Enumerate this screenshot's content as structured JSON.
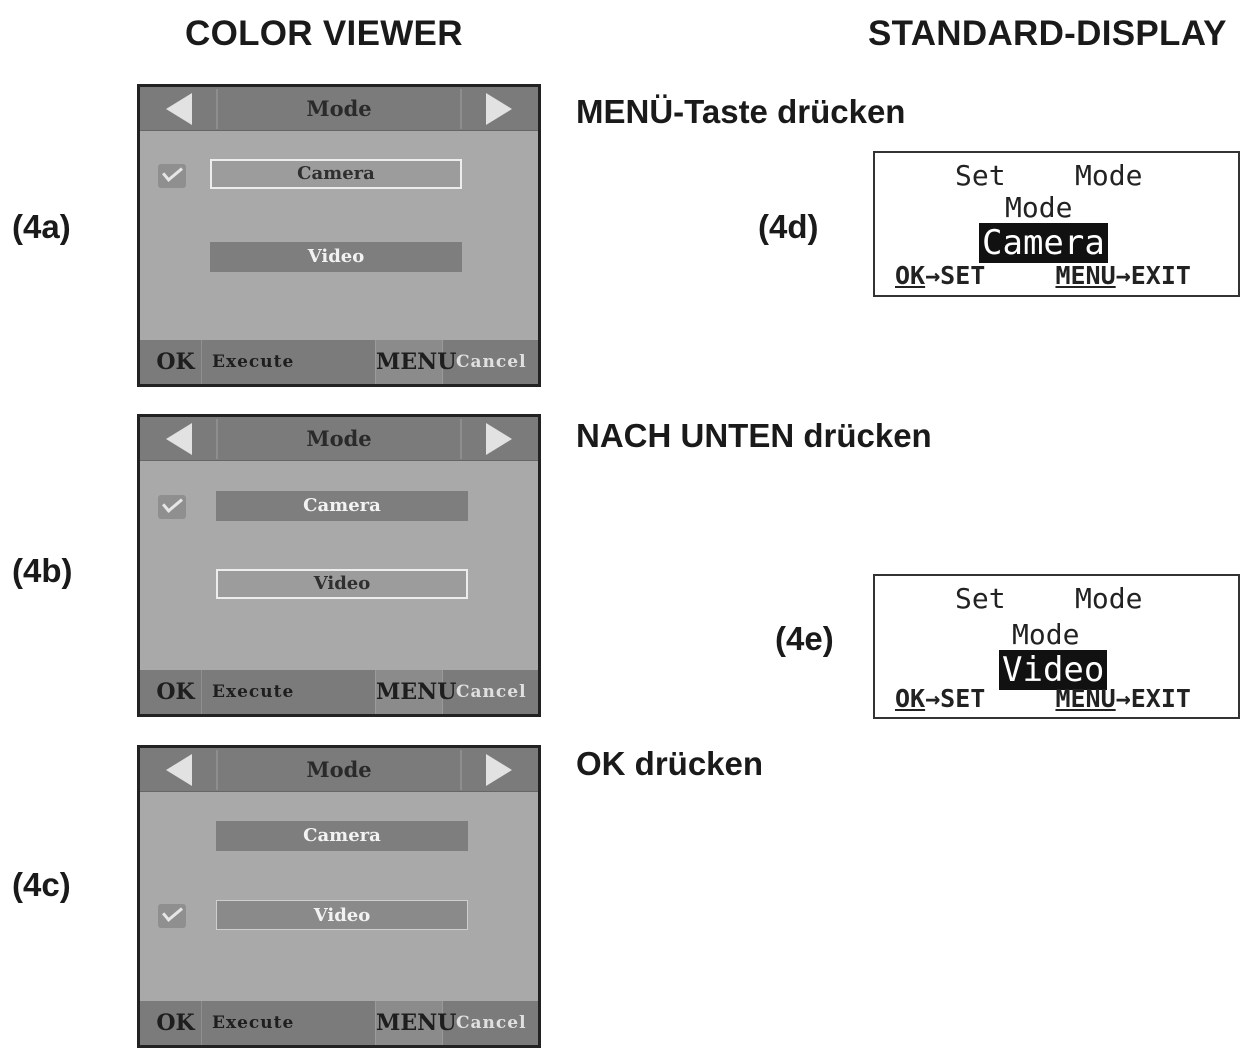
{
  "headings": {
    "color_viewer": "COLOR VIEWER",
    "standard_display": "STANDARD-DISPLAY"
  },
  "labels": {
    "a": "(4a)",
    "b": "(4b)",
    "c": "(4c)",
    "d": "(4d)",
    "e": "(4e)"
  },
  "instructions": {
    "menu": "MENÜ-Taste drücken",
    "down": "NACH UNTEN drücken",
    "ok": "OK drücken"
  },
  "color_viewer": {
    "title": "Mode",
    "options": [
      "Camera",
      "Video"
    ],
    "ok": "OK",
    "execute": "Execute",
    "menu": "MENU",
    "cancel": "Cancel",
    "screens": [
      {
        "id": "4a",
        "checked": "Camera",
        "highlighted": "Camera"
      },
      {
        "id": "4b",
        "checked": "Camera",
        "highlighted": "Video"
      },
      {
        "id": "4c",
        "checked": "Video",
        "highlighted": "none"
      }
    ]
  },
  "standard_display": {
    "set": "Set",
    "mode_header": "Mode",
    "mode_label": "Mode",
    "screen_d_value": "Camera",
    "screen_e_value": "Video",
    "ok": "OK",
    "arrow": "→",
    "set_action": "SET",
    "menu": "MENU",
    "exit_action": "EXIT"
  }
}
